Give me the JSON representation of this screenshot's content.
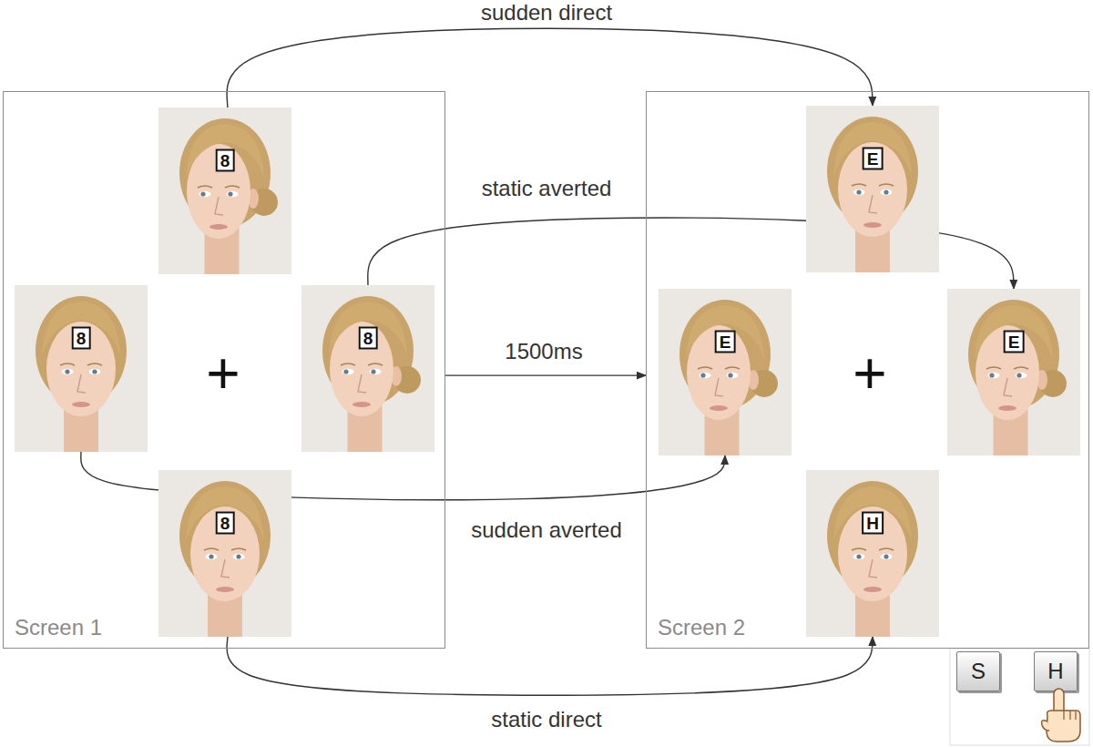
{
  "diagram": {
    "nodes": [
      {
        "text": [
          "Screen 1"
        ]
      },
      {
        "text": [
          "8"
        ],
        "in": 0
      },
      {
        "text": [
          "8"
        ],
        "in": 0
      },
      {
        "text": [
          "8"
        ],
        "in": 0
      },
      {
        "text": [
          "8"
        ],
        "in": 0
      },
      {
        "text": [
          "Screen 2"
        ]
      },
      {
        "text": [
          "E"
        ],
        "in": 5
      },
      {
        "text": [
          "E"
        ],
        "in": 5
      },
      {
        "text": [
          "E"
        ],
        "in": 5
      },
      {
        "text": [
          "H"
        ],
        "in": 5
      },
      {
        "text": [
          "S"
        ]
      },
      {
        "text": [
          "H"
        ]
      }
    ],
    "edges": [
      {
        "from": 1,
        "to": 6,
        "label": "sudden direct",
        "arrow": "to"
      },
      {
        "from": 3,
        "to": 8,
        "label": "static averted",
        "arrow": "to"
      },
      {
        "from": 2,
        "to": 7,
        "label": "sudden averted",
        "arrow": "to"
      },
      {
        "from": 4,
        "to": 9,
        "label": "static direct",
        "arrow": "to"
      },
      {
        "from": 0,
        "to": 5,
        "label": "1500ms",
        "arrow": "to"
      }
    ],
    "labels": [
      "+",
      "+"
    ]
  }
}
